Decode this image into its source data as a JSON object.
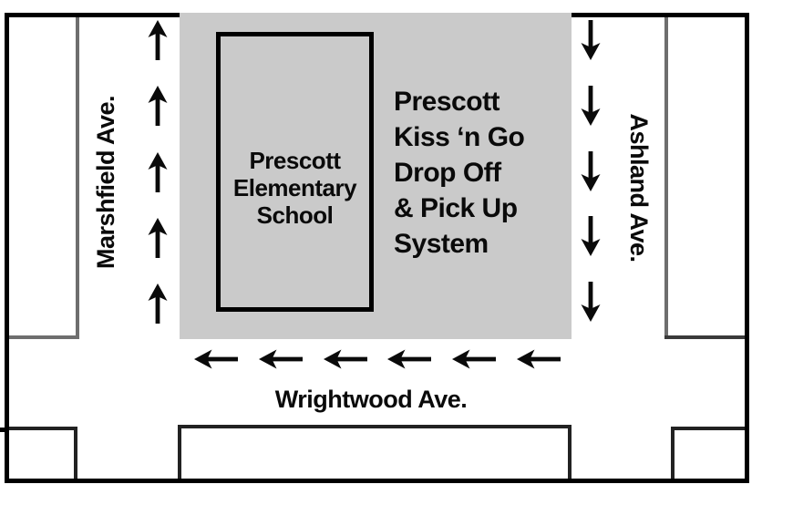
{
  "diagram": {
    "school": {
      "name": "Prescott\nElementary\nSchool"
    },
    "zone": {
      "label": "Prescott\nKiss ‘n Go\nDrop Off\n& Pick Up\nSystem",
      "fill_color": "#cacaca"
    },
    "streets": {
      "marshfield": {
        "label": "Marshfield Ave.",
        "direction": "up",
        "arrow_count": 5
      },
      "ashland": {
        "label": "Ashland Ave.",
        "direction": "down",
        "arrow_count": 5
      },
      "wrightwood": {
        "label": "Wrightwood Ave.",
        "direction": "left",
        "arrow_count": 6
      }
    },
    "colors": {
      "border": "#000000",
      "arrow": "#0a0a0a",
      "block_line_top": "#6e6e6e",
      "block_line_bottom": "#222222"
    }
  }
}
